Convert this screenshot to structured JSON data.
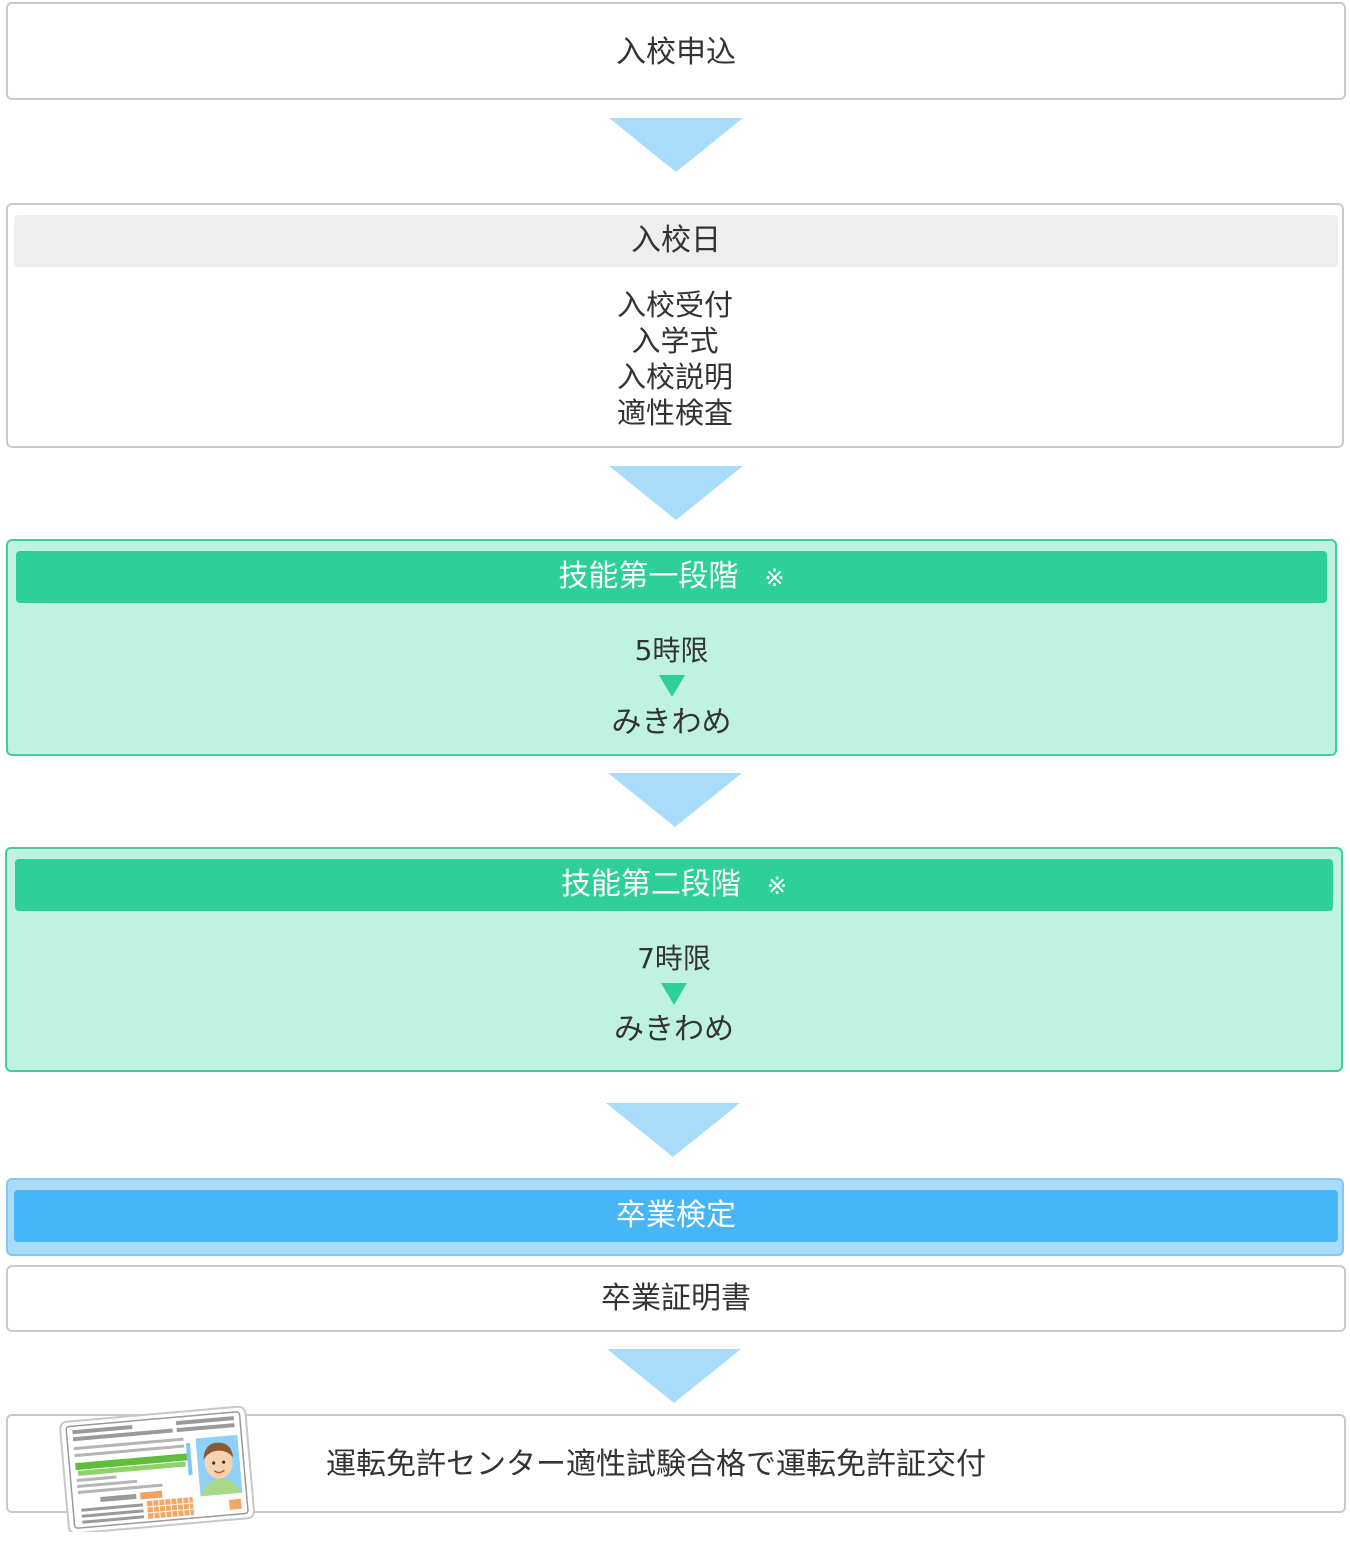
{
  "steps": {
    "apply": "入校申込",
    "entry_day": {
      "title": "入校日",
      "items": [
        "入校受付",
        "入学式",
        "入校説明",
        "適性検査"
      ]
    },
    "stage1": {
      "title": "技能第一段階",
      "mark": "※",
      "hours": "5時限",
      "check": "みきわめ"
    },
    "stage2": {
      "title": "技能第二段階",
      "mark": "※",
      "hours": "7時限",
      "check": "みきわめ"
    },
    "graduation_exam": "卒業検定",
    "certificate": "卒業証明書",
    "license": "運転免許センター適性試験合格で運転免許証交付"
  },
  "colors": {
    "arrow": "#a9dcfb",
    "green_header": "#2ecf98",
    "green_bg": "#bff2e0",
    "blue_header": "#47b6f9",
    "blue_bg": "#a9dcfb"
  }
}
